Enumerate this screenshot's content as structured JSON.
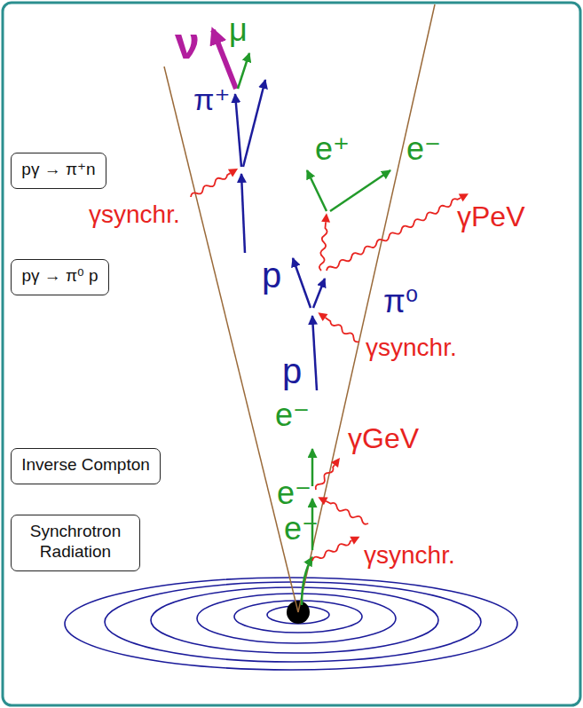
{
  "diagram": {
    "nodes": [
      {
        "text": [
          "pγ → π⁺n"
        ]
      },
      {
        "text": [
          "pγ → π⁰ p"
        ]
      },
      {
        "text": [
          "Inverse Compton"
        ]
      },
      {
        "text": [
          "Synchrotron Radiation"
        ]
      }
    ],
    "labels": [
      "ν",
      "μ",
      "π⁺",
      "γsynchr.",
      "e⁺",
      "e⁻",
      "γPeV",
      "p",
      "π⁰",
      "γsynchr.",
      "p",
      "e⁻",
      "γGeV",
      "e⁻",
      "e⁻",
      "γsynchr."
    ]
  }
}
